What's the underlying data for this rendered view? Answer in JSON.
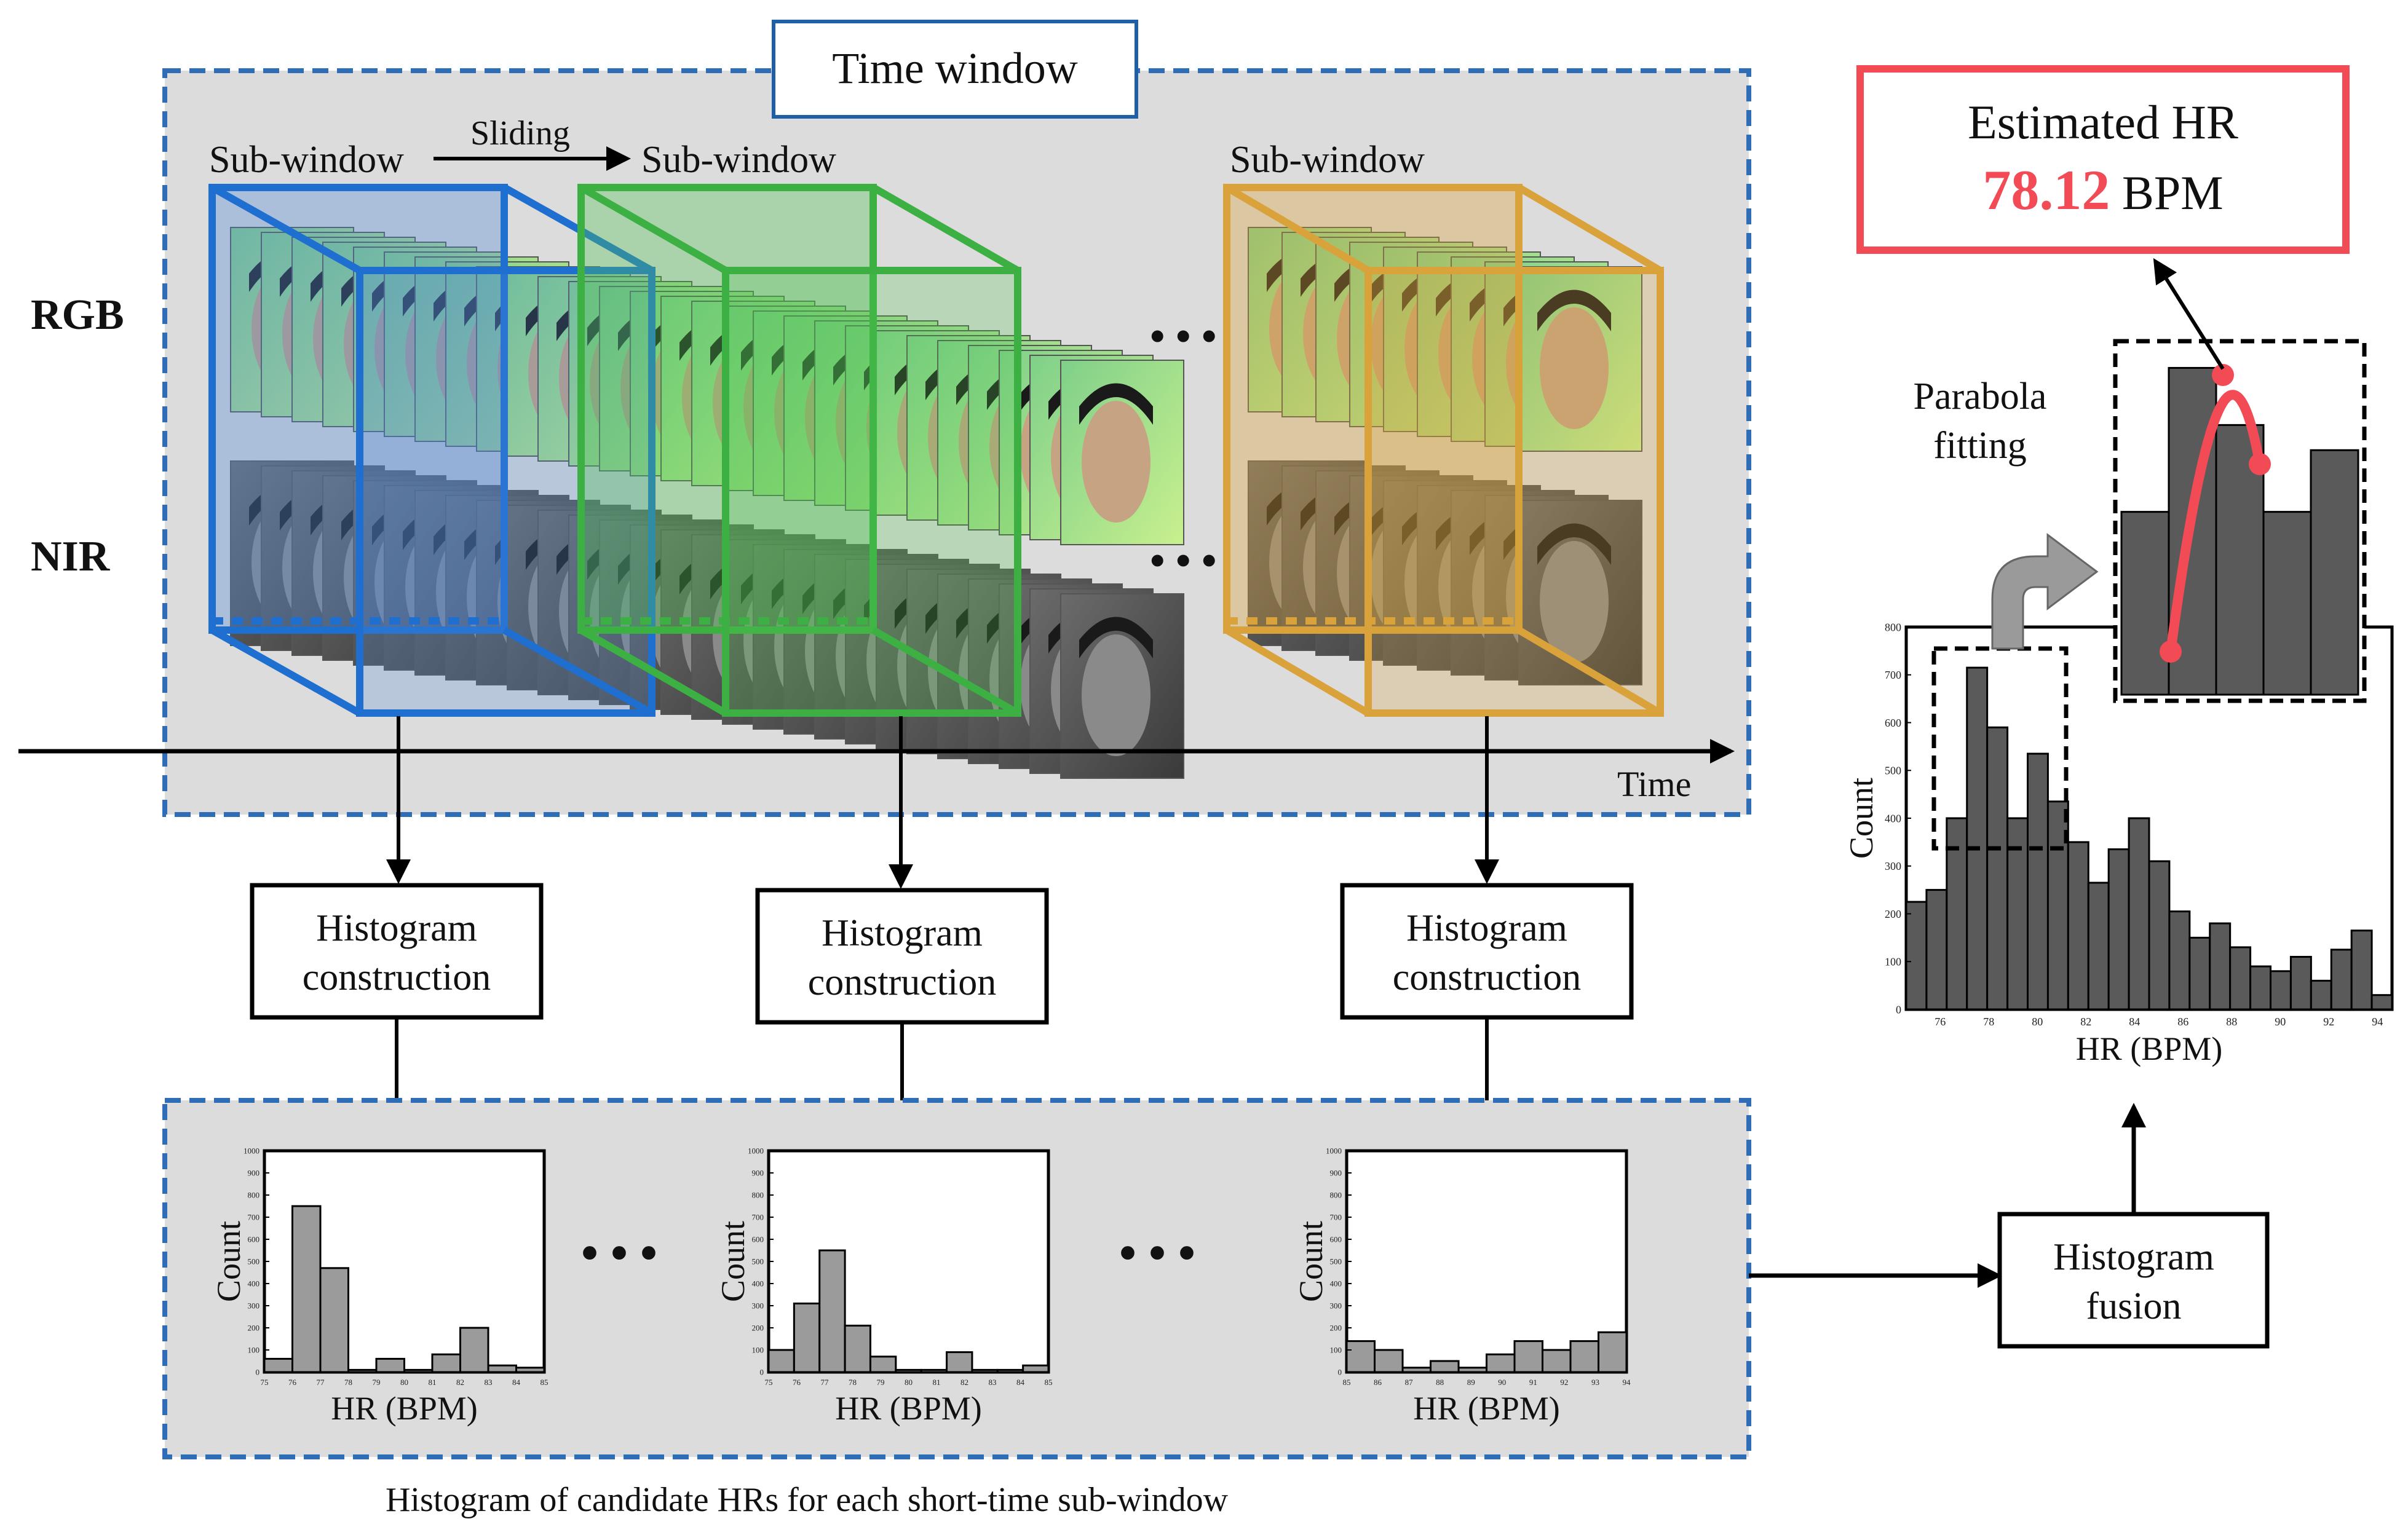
{
  "colors": {
    "panel_bg": "#dcdcdc",
    "panel_border": "#2f6db6",
    "subwindow_blue": "#1f6fd1",
    "subwindow_green": "#3cb043",
    "subwindow_gold": "#d9a23a",
    "estimate_border": "#f24b55",
    "estimate_value": "#f24b55",
    "parabola": "#f24b55",
    "bar_fill": "#9b9b9b",
    "bar_fill_dark": "#5a5a5a"
  },
  "time_window": {
    "label": "Time window"
  },
  "subwindows": {
    "label_1": "Sub-window",
    "label_2": "Sub-window",
    "label_3": "Sub-window",
    "sliding_label": "Sliding"
  },
  "rows": {
    "rgb": "RGB",
    "nir": "NIR"
  },
  "time_axis": {
    "label": "Time"
  },
  "ellipsis": "• • •",
  "histogram_construction": {
    "line1": "Histogram",
    "line2": "construction"
  },
  "candidate_section": {
    "caption": "Histogram of candidate HRs for each short-time sub-window"
  },
  "histogram_fusion": {
    "line1": "Histogram",
    "line2": "fusion"
  },
  "estimate": {
    "title": "Estimated HR",
    "value": "78.12",
    "unit": "BPM"
  },
  "parabola_label": {
    "line1": "Parabola",
    "line2": "fitting"
  },
  "chart_data": [
    {
      "type": "bar",
      "xlabel": "HR (BPM)",
      "ylabel": "Count",
      "ylim": [
        0,
        1000
      ],
      "x_tick_labels": [
        "75",
        "76",
        "77",
        "78",
        "79",
        "80",
        "81",
        "82",
        "83",
        "84",
        "85"
      ],
      "values": [
        60,
        750,
        470,
        10,
        60,
        10,
        80,
        200,
        30,
        20
      ],
      "y_tick_labels": [
        "0",
        "100",
        "200",
        "300",
        "400",
        "500",
        "600",
        "700",
        "800",
        "900",
        "1000"
      ]
    },
    {
      "type": "bar",
      "xlabel": "HR (BPM)",
      "ylabel": "Count",
      "ylim": [
        0,
        1000
      ],
      "x_tick_labels": [
        "75",
        "76",
        "77",
        "78",
        "79",
        "80",
        "81",
        "82",
        "83",
        "84",
        "85"
      ],
      "values": [
        100,
        310,
        550,
        210,
        70,
        10,
        10,
        90,
        10,
        10,
        30
      ],
      "y_tick_labels": [
        "0",
        "100",
        "200",
        "300",
        "400",
        "500",
        "600",
        "700",
        "800",
        "900",
        "1000"
      ]
    },
    {
      "type": "bar",
      "xlabel": "HR (BPM)",
      "ylabel": "Count",
      "ylim": [
        0,
        1000
      ],
      "x_tick_labels": [
        "85",
        "86",
        "87",
        "88",
        "89",
        "90",
        "91",
        "92",
        "93",
        "94"
      ],
      "values": [
        140,
        100,
        20,
        50,
        20,
        80,
        140,
        100,
        140,
        180
      ],
      "y_tick_labels": [
        "0",
        "100",
        "200",
        "300",
        "400",
        "500",
        "600",
        "700",
        "800",
        "900",
        "1000"
      ]
    },
    {
      "type": "bar",
      "xlabel": "HR (BPM)",
      "ylabel": "Count",
      "ylim": [
        0,
        800
      ],
      "x_tick_labels": [
        "76",
        "78",
        "80",
        "82",
        "84",
        "86",
        "88",
        "90",
        "92",
        "94"
      ],
      "y_tick_labels": [
        "0",
        "100",
        "200",
        "300",
        "400",
        "500",
        "600",
        "700",
        "800"
      ],
      "values": [
        225,
        250,
        400,
        715,
        590,
        400,
        535,
        435,
        350,
        265,
        335,
        400,
        310,
        205,
        150,
        180,
        130,
        90,
        80,
        110,
        60,
        125,
        165,
        30
      ]
    }
  ]
}
